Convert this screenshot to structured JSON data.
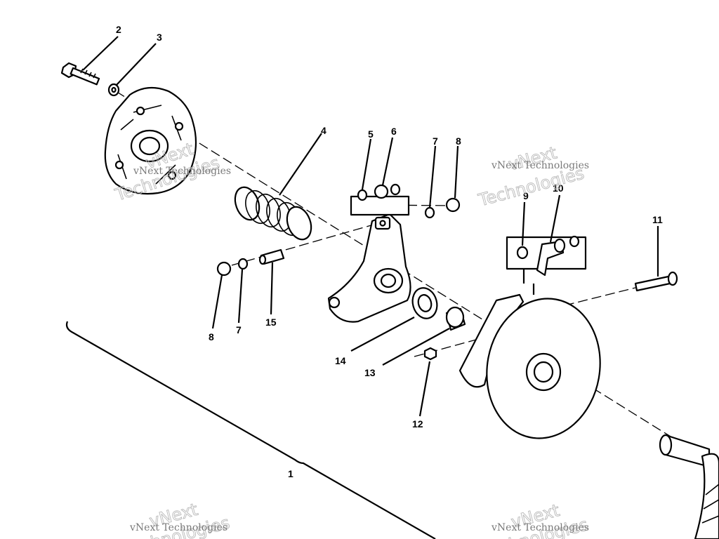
{
  "callouts": {
    "c1": "1",
    "c2": "2",
    "c3": "3",
    "c4": "4",
    "c5": "5",
    "c6": "6",
    "c7a": "7",
    "c7b": "7",
    "c8a": "8",
    "c8b": "8",
    "c9": "9",
    "c10": "10",
    "c11": "11",
    "c12": "12",
    "c13": "13",
    "c14": "14",
    "c15": "15"
  },
  "watermark": {
    "line_small": "vNext Technologies",
    "line_big_1": "vNext",
    "line_big_2": "Technologies"
  }
}
